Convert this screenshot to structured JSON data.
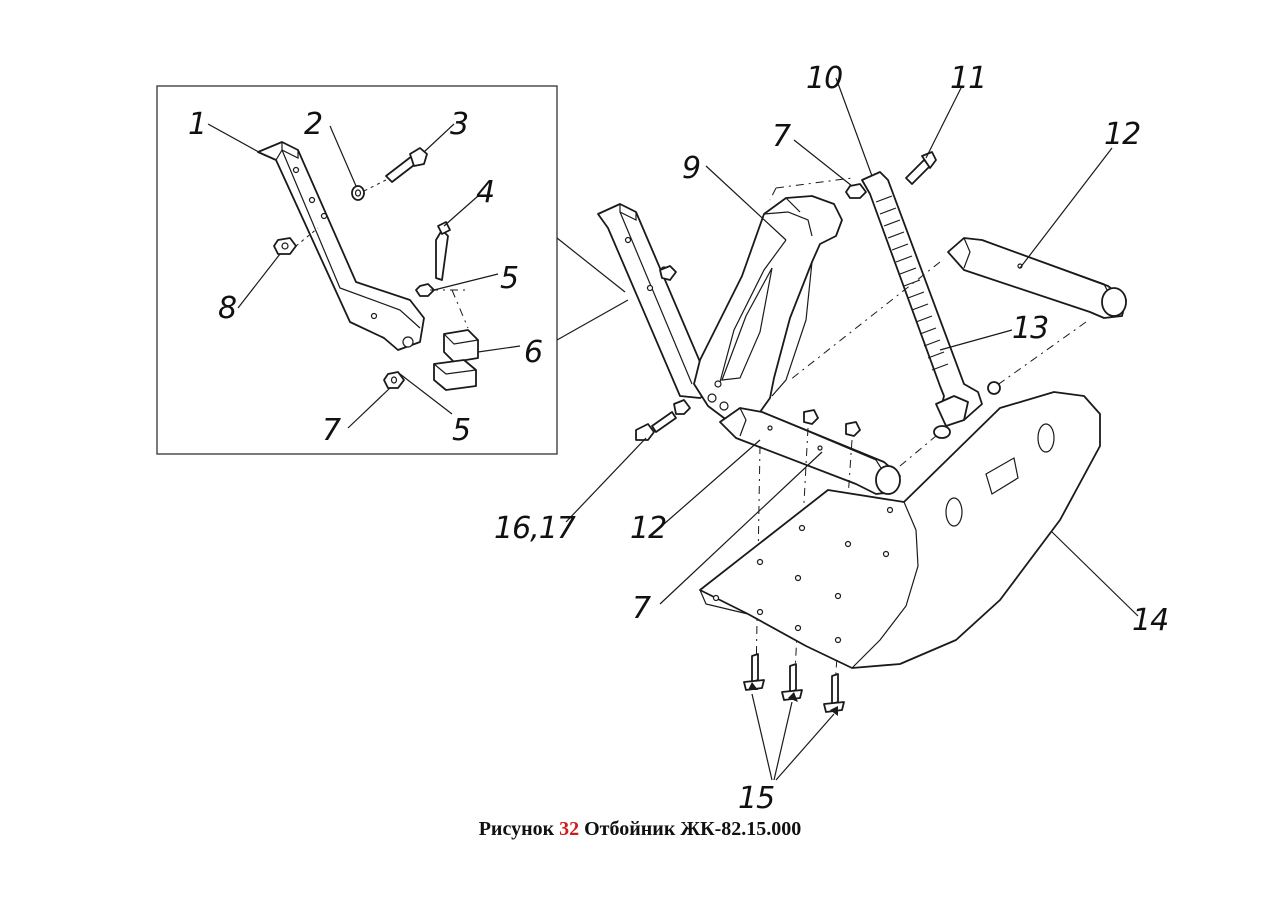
{
  "callouts": [
    "1",
    "2",
    "3",
    "4",
    "5",
    "6",
    "7",
    "8",
    "9",
    "10",
    "11",
    "12",
    "13",
    "14",
    "15",
    "16,17"
  ],
  "caption": {
    "prefix": "Рисунок",
    "number": "32",
    "title": "Отбойник ЖК-82.15.000"
  },
  "colors": {
    "caption_number": "#d01c1c",
    "line": "#1a1a1a"
  }
}
